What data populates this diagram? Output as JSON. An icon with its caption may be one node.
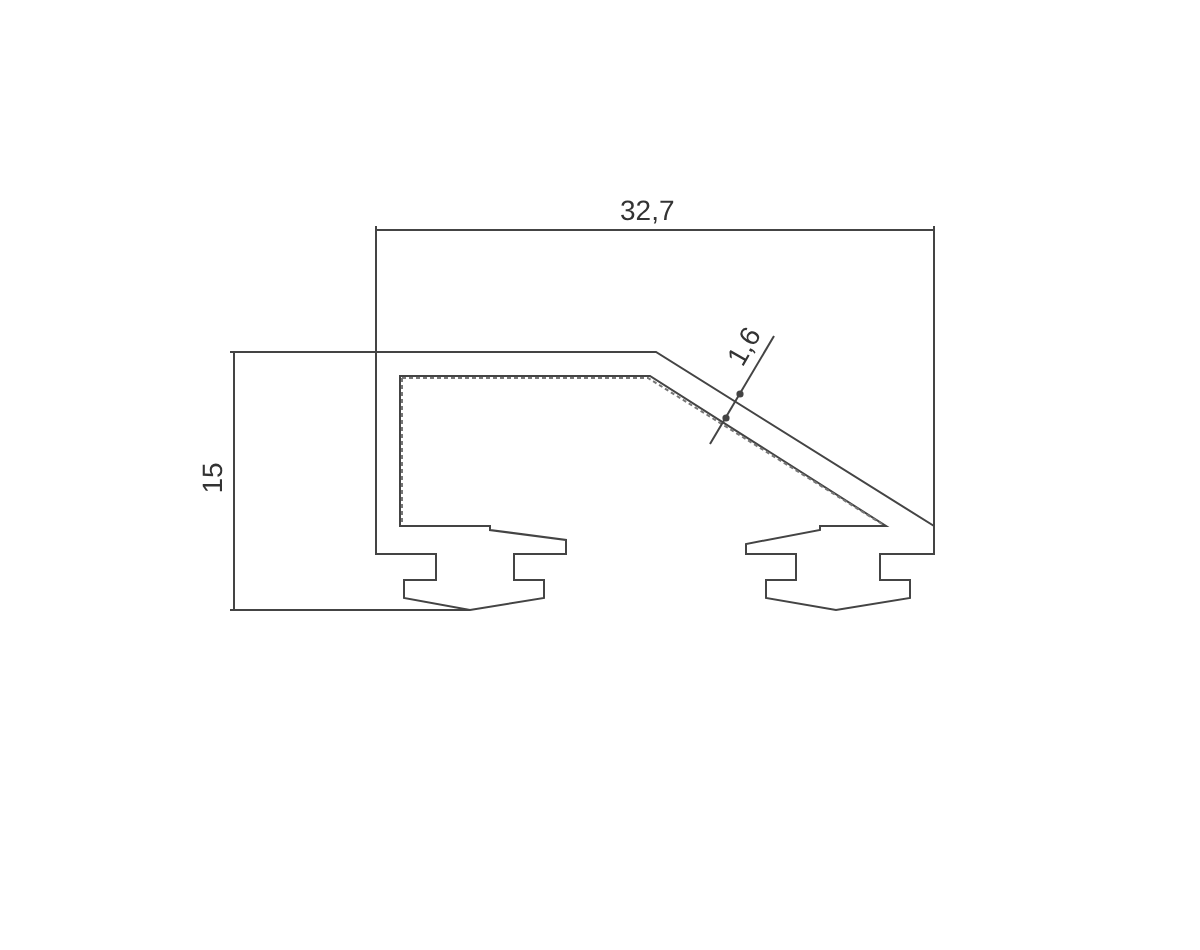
{
  "diagram": {
    "labels": [
      "32,7",
      "15",
      "1,6"
    ]
  }
}
